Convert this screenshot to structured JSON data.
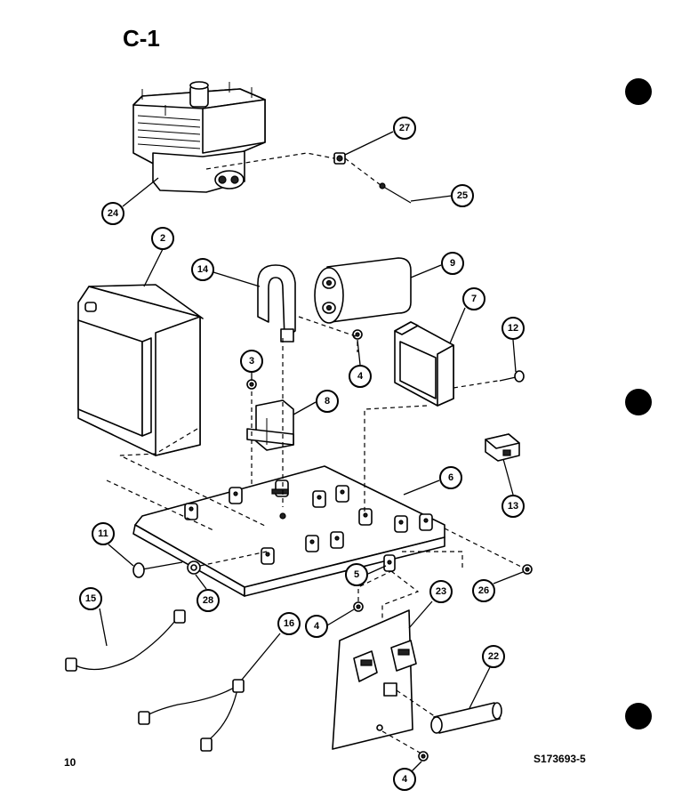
{
  "page": {
    "title": "C-1",
    "page_number": "10",
    "drawing_number": "S173693-5"
  },
  "callouts": {
    "c27": "27",
    "c24": "24",
    "c25": "25",
    "c2": "2",
    "c14": "14",
    "c9": "9",
    "c7": "7",
    "c12": "12",
    "c3": "3",
    "c4a": "4",
    "c8": "8",
    "c13": "13",
    "c6": "6",
    "c11": "11",
    "c28": "28",
    "c5": "5",
    "c26": "26",
    "c15": "15",
    "c16": "16",
    "c4b": "4",
    "c23": "23",
    "c22": "22",
    "c4c": "4"
  }
}
